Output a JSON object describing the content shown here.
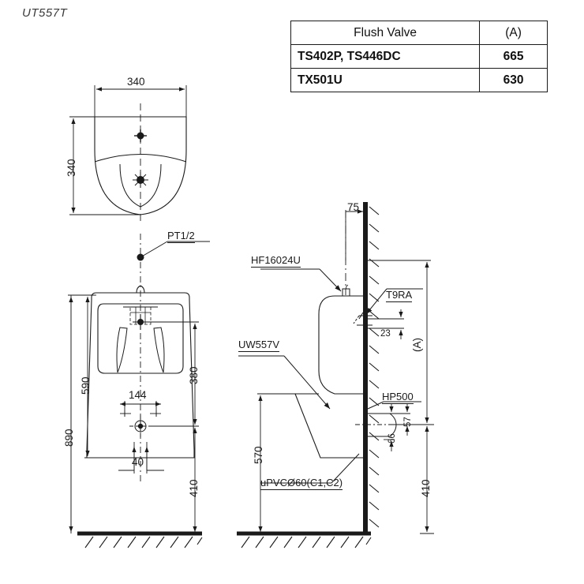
{
  "title": "UT557T",
  "table": {
    "headers": [
      "Flush Valve",
      "(A)"
    ],
    "rows": [
      {
        "name": "TS402P, TS446DC",
        "a": "665"
      },
      {
        "name": "TX501U",
        "a": "630"
      }
    ]
  },
  "plan_view": {
    "width_dim": "340",
    "depth_dim": "340"
  },
  "front_view": {
    "supply_label": "PT1/2",
    "dim_890": "890",
    "dim_590": "590",
    "dim_380": "380",
    "dim_144": "144",
    "dim_40": "40",
    "dim_410": "410"
  },
  "side_view": {
    "dim_75": "75",
    "dim_23": "23",
    "dim_A": "(A)",
    "dim_570": "570",
    "dim_410": "410",
    "dim_57": "57",
    "dim_66": "66",
    "label_hf": "HF16024U",
    "label_t9ra": "T9RA",
    "label_uw": "UW557V",
    "label_hp": "HP500",
    "label_pvc": "uPVCØ60(C1,C2)"
  },
  "colors": {
    "line": "#1a1a1a",
    "thin": "#4a4a4a",
    "background": "#ffffff"
  }
}
